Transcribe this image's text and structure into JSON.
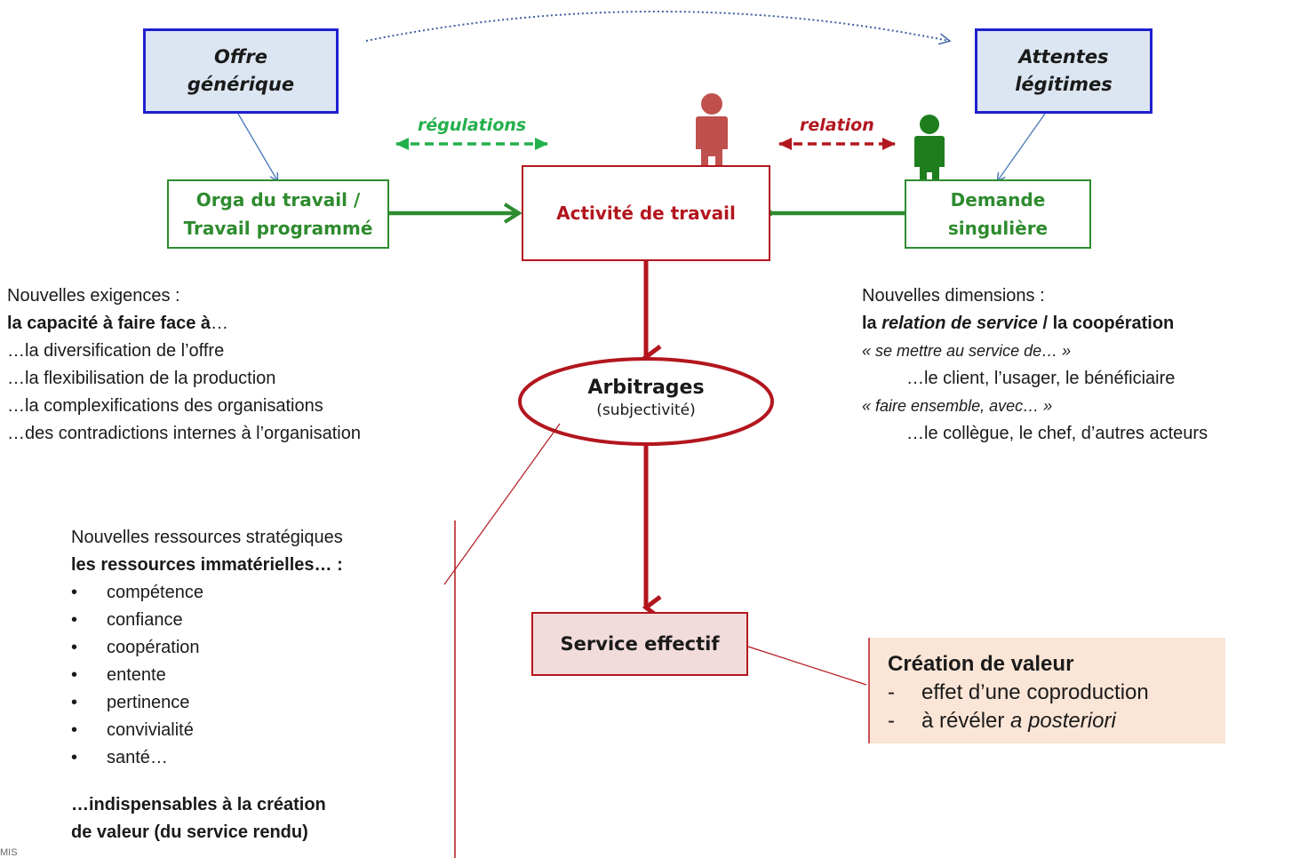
{
  "offre_box": {
    "line1": "Offre",
    "line2": "générique"
  },
  "attentes_box": {
    "line1": "Attentes",
    "line2": "légitimes"
  },
  "orga_box": {
    "line1": "Orga du travail /",
    "line2": "Travail programmé"
  },
  "activite_box": {
    "label": "Activité de travail"
  },
  "demande_box": {
    "line1": "Demande",
    "line2": "singulière"
  },
  "regulations_label": "régulations",
  "relation_label": "relation",
  "arbitrages": {
    "title": "Arbitrages",
    "subtitle": "(subjectivité)"
  },
  "service_box": {
    "label": "Service effectif"
  },
  "exigences": {
    "title": "Nouvelles exigences :",
    "bold_line": "la capacité à faire face à",
    "bold_suffix": "…",
    "items": [
      "…la diversification de l’offre",
      "…la flexibilisation de la production",
      "…la complexifications des organisations",
      "…des contradictions internes à l’organisation"
    ]
  },
  "dimensions": {
    "title": "Nouvelles dimensions :",
    "bold_prefix": "la ",
    "bold_italic": "relation de service",
    "bold_mid": " / ",
    "bold_suffix": "la coopération",
    "line3": "« se mettre au service de… »",
    "line4": "…le client, l’usager, le bénéficiaire",
    "line5": "« faire ensemble, avec… »",
    "line6": "…le collègue, le chef, d’autres acteurs"
  },
  "ressources": {
    "title": "Nouvelles ressources stratégiques",
    "bold_line": "les ressources immatérielles… :",
    "items": [
      "compétence",
      "confiance",
      "coopération",
      "entente",
      "pertinence",
      "convivialité",
      "santé…"
    ],
    "conclusion_line1": "…indispensables à la création",
    "conclusion_line2": "de valeur (du service rendu)"
  },
  "valeur": {
    "title": "Création de valeur",
    "item1": "effet d’une coproduction",
    "item2_prefix": "à révéler ",
    "item2_italic": "a posteriori"
  },
  "footer_text": "MIS",
  "colors": {
    "green": "#2e8b2e",
    "dashed_green": "#22b04b",
    "red": "#b3161e",
    "person_red": "#c0504d",
    "person_green": "#1e7e1e",
    "blue_border": "#1f1fd0",
    "blue_fill": "#dce6f2"
  }
}
